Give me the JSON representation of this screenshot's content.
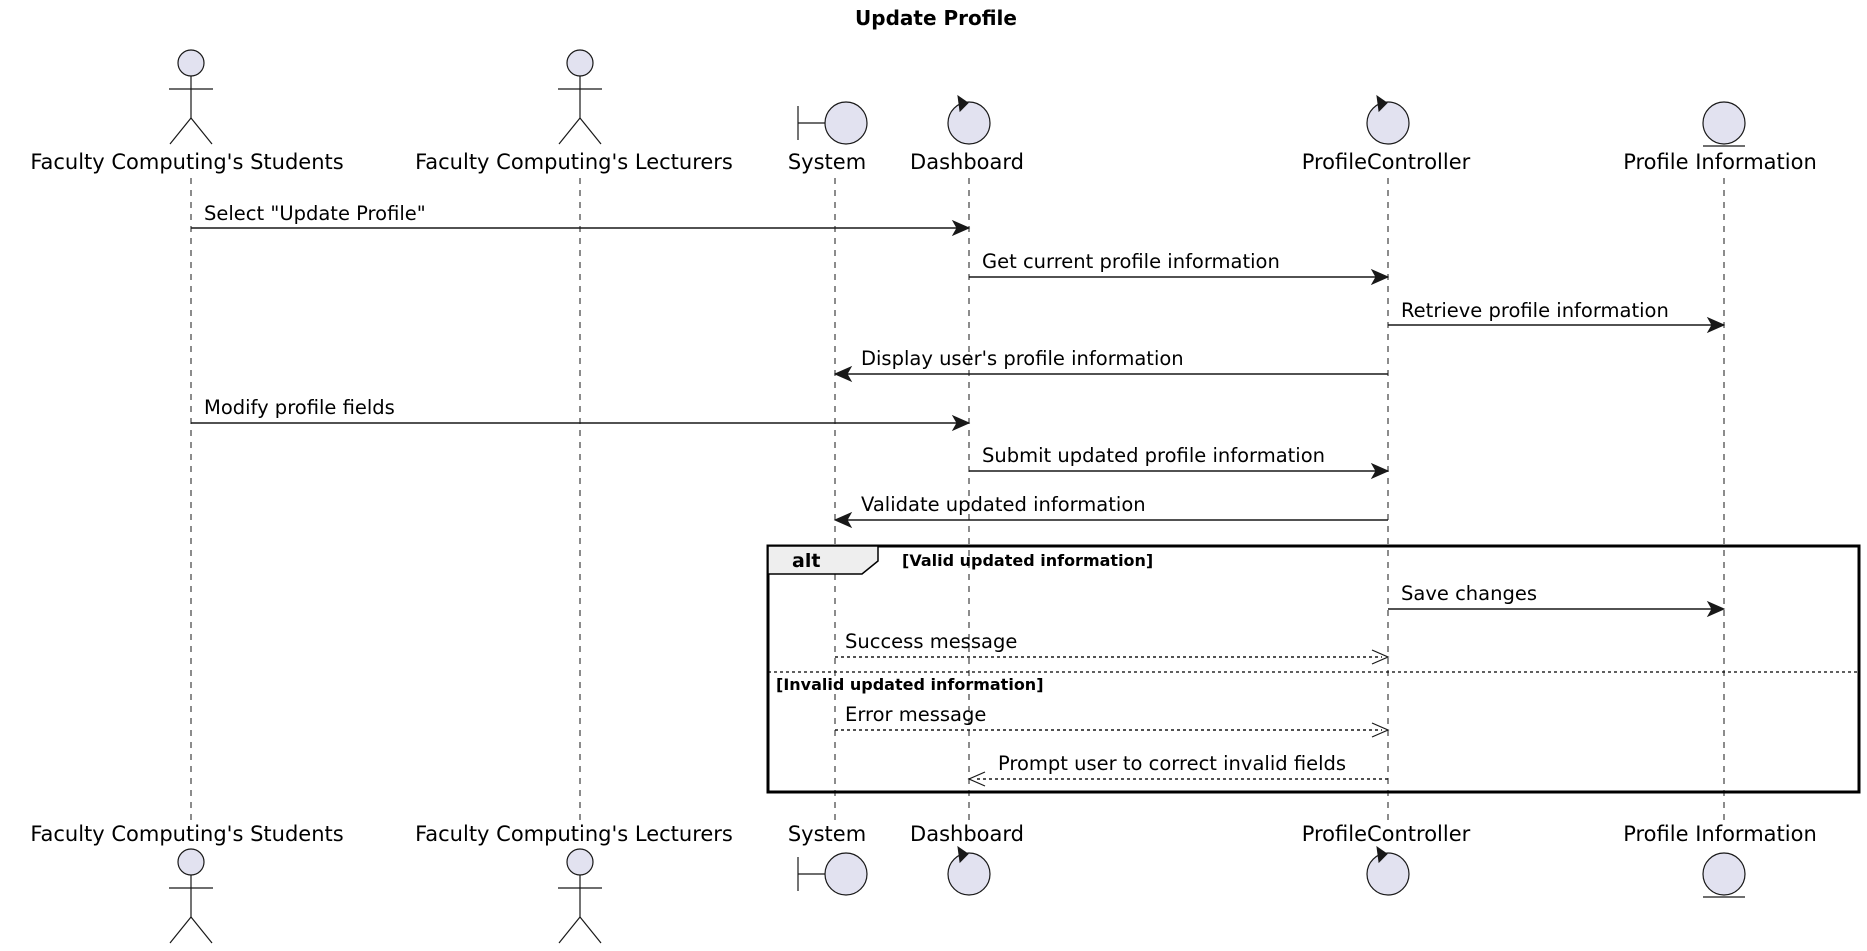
{
  "diagram": {
    "title": "Update Profile",
    "participants": [
      {
        "id": "students",
        "label": "Faculty Computing's Students",
        "kind": "actor"
      },
      {
        "id": "lecturers",
        "label": "Faculty Computing's Lecturers",
        "kind": "actor"
      },
      {
        "id": "system",
        "label": "System",
        "kind": "boundary"
      },
      {
        "id": "dashboard",
        "label": "Dashboard",
        "kind": "control"
      },
      {
        "id": "controller",
        "label": "ProfileController",
        "kind": "control"
      },
      {
        "id": "profile",
        "label": "Profile Information",
        "kind": "entity"
      }
    ],
    "messages": [
      {
        "from": "students",
        "to": "dashboard",
        "label": "Select \"Update Profile\"",
        "style": "solid"
      },
      {
        "from": "dashboard",
        "to": "controller",
        "label": "Get current profile information",
        "style": "solid"
      },
      {
        "from": "controller",
        "to": "profile",
        "label": "Retrieve profile information",
        "style": "solid"
      },
      {
        "from": "controller",
        "to": "system",
        "label": "Display user's profile information",
        "style": "solid"
      },
      {
        "from": "students",
        "to": "dashboard",
        "label": "Modify profile fields",
        "style": "solid"
      },
      {
        "from": "dashboard",
        "to": "controller",
        "label": "Submit updated profile information",
        "style": "solid"
      },
      {
        "from": "controller",
        "to": "system",
        "label": "Validate updated information",
        "style": "solid"
      },
      {
        "from": "controller",
        "to": "profile",
        "label": "Save changes",
        "style": "solid"
      },
      {
        "from": "system",
        "to": "controller",
        "label": "Success message",
        "style": "dashed"
      },
      {
        "from": "system",
        "to": "controller",
        "label": "Error message",
        "style": "dashed"
      },
      {
        "from": "controller",
        "to": "dashboard",
        "label": "Prompt user to correct invalid fields",
        "style": "dashed"
      }
    ],
    "alt_fragment": {
      "keyword": "alt",
      "guard_1": "[Valid updated information]",
      "guard_2": "[Invalid updated information]"
    }
  }
}
